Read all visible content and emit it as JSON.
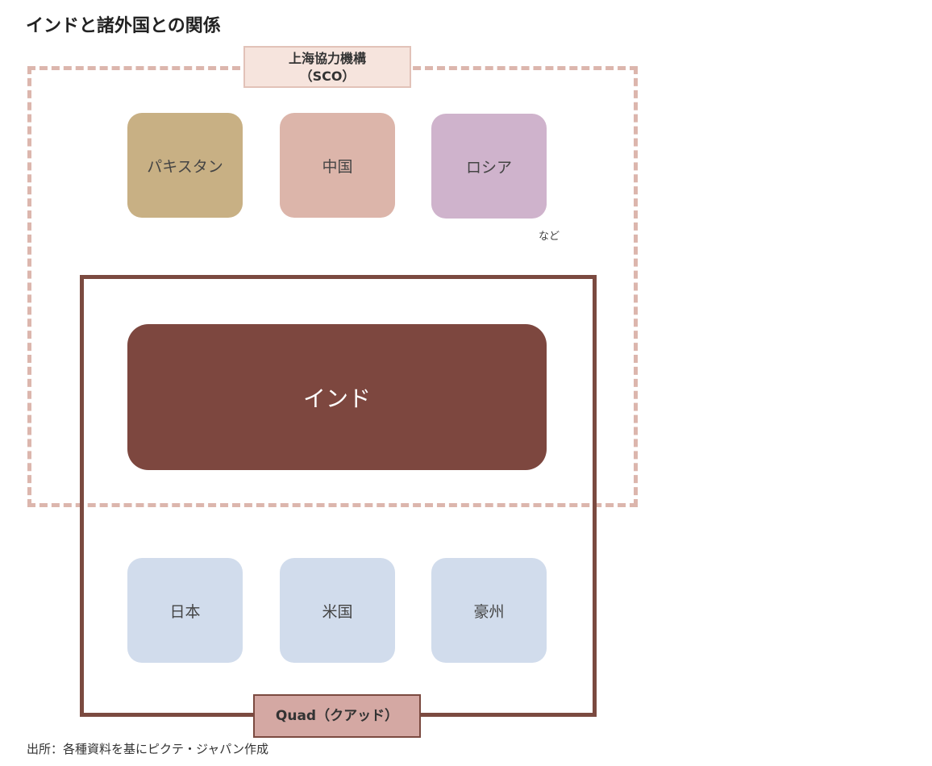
{
  "title": "インドと諸外国との関係",
  "sco": {
    "label_line1": "上海協力機構",
    "label_line2": "（SCO）",
    "members": [
      {
        "name": "パキスタン",
        "color": "#c8b084"
      },
      {
        "name": "中国",
        "color": "#dcb5aa"
      },
      {
        "name": "ロシア",
        "color": "#cfb3cc"
      }
    ],
    "etc": "など"
  },
  "center": {
    "name": "インド",
    "color": "#7d473f"
  },
  "quad": {
    "label": "Quad（クアッド）",
    "members": [
      {
        "name": "日本",
        "color": "#d1dcec"
      },
      {
        "name": "米国",
        "color": "#d1dcec"
      },
      {
        "name": "豪州",
        "color": "#d1dcec"
      }
    ]
  },
  "footer": "出所：各種資料を基にピクテ・ジャパン作成"
}
